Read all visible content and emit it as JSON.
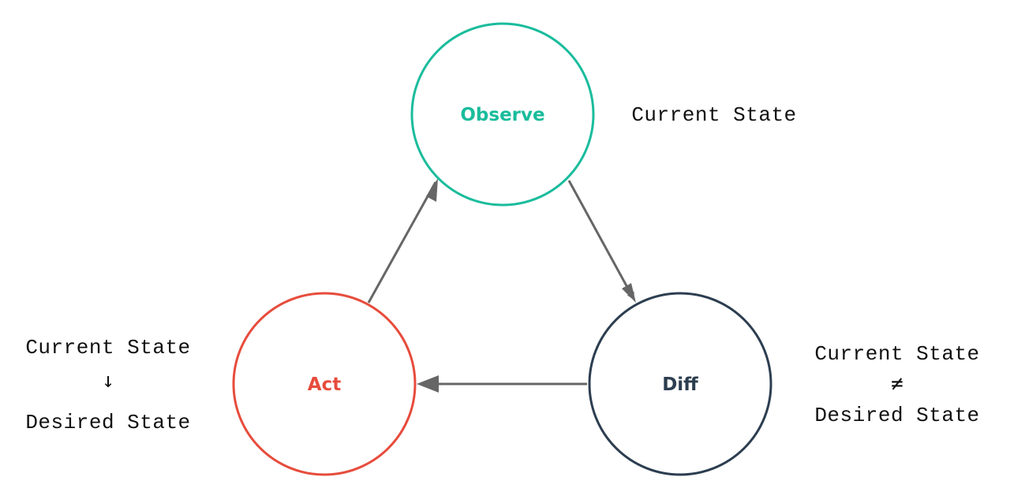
{
  "colors": {
    "observe": "#1abc9c",
    "diff": "#2c3e50",
    "act": "#e74c3c",
    "arrow": "#666666",
    "text": "#111111",
    "background": "#ffffff"
  },
  "nodes": {
    "observe": {
      "label": "Observe",
      "annotation": "Current State"
    },
    "diff": {
      "label": "Diff",
      "annotation": {
        "line1": "Current State",
        "symbol": "≠",
        "line2": "Desired State"
      }
    },
    "act": {
      "label": "Act",
      "annotation": {
        "line1": "Current State",
        "symbol": "↓",
        "line2": "Desired State"
      }
    }
  },
  "edges": [
    {
      "from": "observe",
      "to": "diff"
    },
    {
      "from": "diff",
      "to": "act"
    },
    {
      "from": "act",
      "to": "observe"
    }
  ]
}
